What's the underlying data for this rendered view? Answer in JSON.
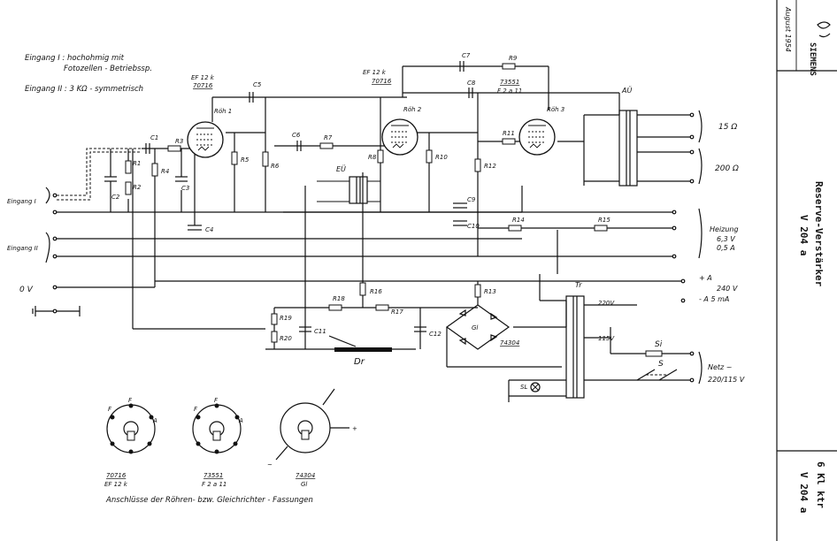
{
  "notes": {
    "input1": "Eingang I : hochohmig mit",
    "input1_b": "Fotozellen - Betriebssp.",
    "input2": "Eingang II : 3 KΩ - symmetrisch"
  },
  "tubes": [
    {
      "type": "EF 12 k",
      "code": "70716",
      "name": "Röh 1"
    },
    {
      "type": "EF 12 k",
      "code": "70716",
      "name": "Röh 2"
    },
    {
      "type": "F 2 a 11",
      "code": "73551",
      "name": "Röh 3"
    }
  ],
  "terminals_left": {
    "eingang1": "Eingang I",
    "eingang2": "Eingang II",
    "zero_v": "0 V"
  },
  "outputs": {
    "au": "AÜ",
    "r15": "15 Ω",
    "r200": "200 Ω",
    "heizung": "Heizung",
    "heiz_v": "6,3 V",
    "heiz_a": "0,5 A",
    "plus_a": "+ A",
    "minus_a": "- A 5 mA",
    "v240": "240 V",
    "netz": "Netz ~",
    "netz_v": "220/115 V",
    "si": "Si",
    "s": "S",
    "tr": "Tr",
    "tr220": "220V",
    "tr115": "115V"
  },
  "parts": {
    "eu": "EÜ",
    "gl": "Gl",
    "gl_code": "74304",
    "dr": "Dr",
    "sl": "SL"
  },
  "sockets": {
    "caption": "Anschlüsse der Röhren- bzw. Gleichrichter - Fassungen",
    "s1_code": "70716",
    "s1_type": "EF 12 k",
    "s2_code": "73551",
    "s2_type": "F 2 a 11",
    "s3_code": "74304",
    "s3_type": "Gl"
  },
  "side": {
    "brand": "SIEMENS",
    "date": "August 1954",
    "title": "Reserve-Verstärker",
    "model": "V 204 a",
    "code": "6 Kl ktr",
    "code2": "V 204 a"
  }
}
